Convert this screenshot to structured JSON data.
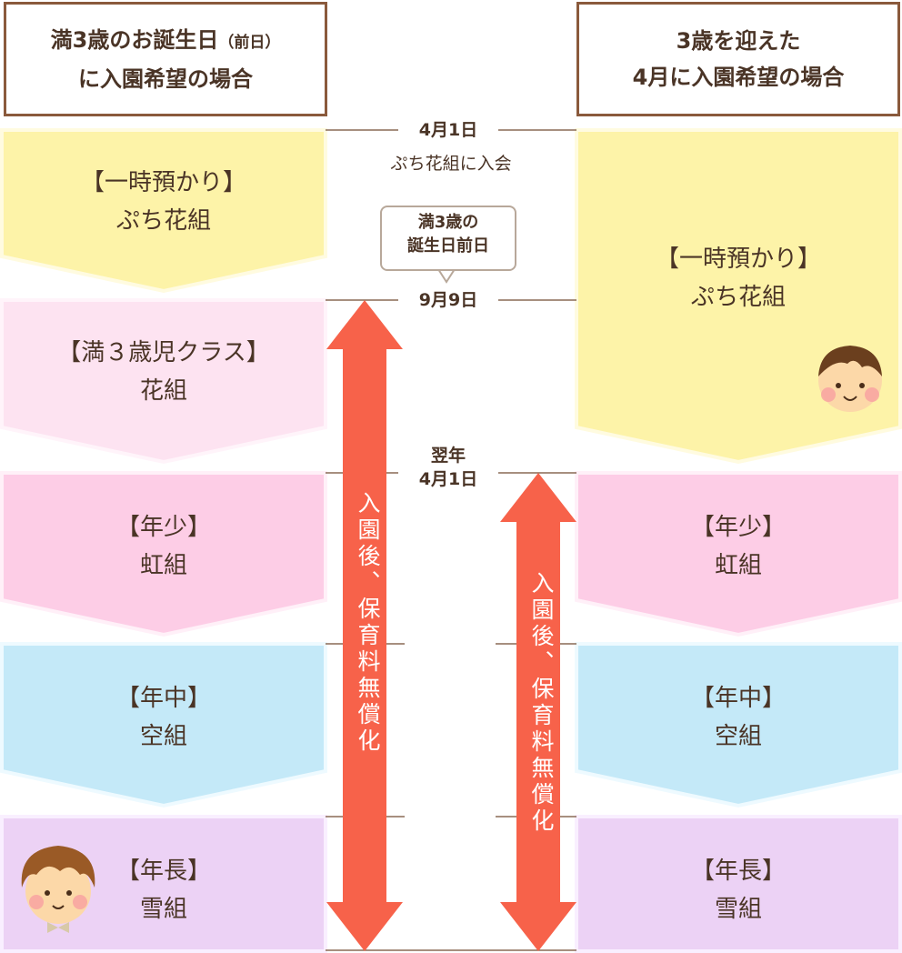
{
  "headers": {
    "left": {
      "line1": "満3歳のお誕生日",
      "line1_small": "（前日）",
      "line2": "に入園希望の場合"
    },
    "right": {
      "line1": "3歳を迎えた",
      "line2": "4月に入園希望の場合"
    }
  },
  "left_column": [
    {
      "bracket": "【一時預かり】",
      "name": "ぷち花組",
      "color": "#fdf3a8"
    },
    {
      "bracket": "【満３歳児クラス】",
      "name": "花組",
      "color": "#fde3f1"
    },
    {
      "bracket": "【年少】",
      "name": "虹組",
      "color": "#fdcde6"
    },
    {
      "bracket": "【年中】",
      "name": "空組",
      "color": "#c4e9f8"
    },
    {
      "bracket": "【年長】",
      "name": "雪組",
      "color": "#ecd2f5"
    }
  ],
  "right_column": [
    {
      "bracket": "【一時預かり】",
      "name": "ぷち花組",
      "color": "#fdf3a8"
    },
    {
      "bracket": "【年少】",
      "name": "虹組",
      "color": "#fdcde6"
    },
    {
      "bracket": "【年中】",
      "name": "空組",
      "color": "#c4e9f8"
    },
    {
      "bracket": "【年長】",
      "name": "雪組",
      "color": "#ecd2f5"
    }
  ],
  "timeline": {
    "april1": "4月1日",
    "join": "ぷち花組に入会",
    "callout_line1": "満3歳の",
    "callout_line2": "誕生日前日",
    "sep9": "9月9日",
    "next_year": "翌年",
    "next_april1": "4月1日"
  },
  "arrows": {
    "left_text": "入園後、保育料無償化",
    "right_text": "入園後、保育料無償化",
    "color": "#f7624a"
  }
}
